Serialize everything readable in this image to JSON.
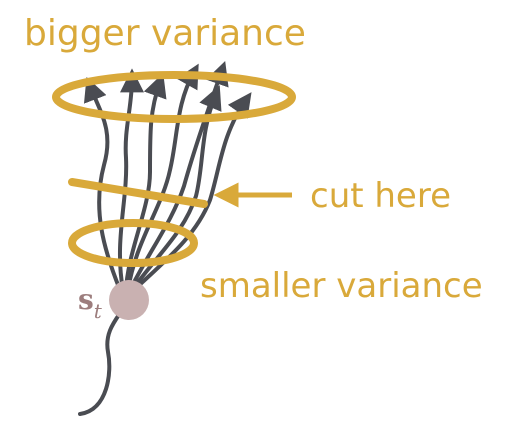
{
  "labels": {
    "top": "bigger variance",
    "cut": "cut here",
    "bottom": "smaller variance",
    "state": "s",
    "state_subscript": "t"
  },
  "colors": {
    "accent": "#D9A93A",
    "trajectory": "#4A4C52",
    "state_node": "#C9B1B1",
    "state_label": "#9C7D7D",
    "background": "#FFFFFF"
  }
}
